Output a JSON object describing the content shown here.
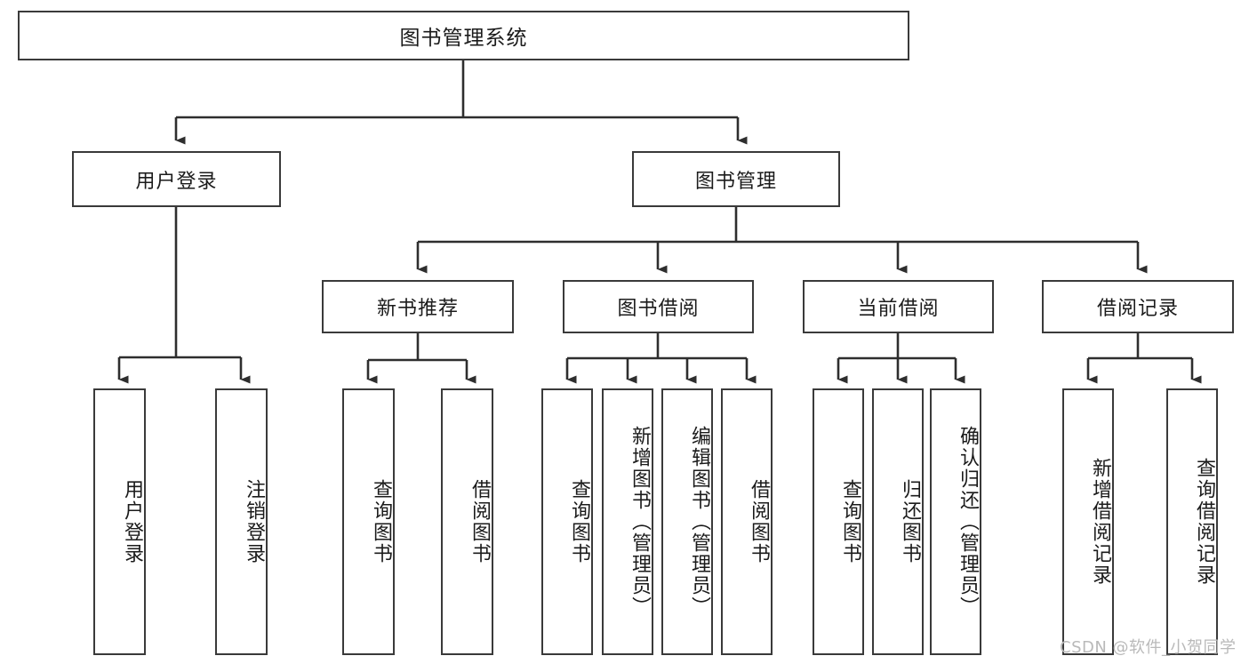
{
  "diagram": {
    "type": "tree-hierarchy-chart",
    "root": {
      "label": "图书管理系统"
    },
    "level2": [
      {
        "label": "用户登录"
      },
      {
        "label": "图书管理"
      }
    ],
    "level3": [
      {
        "label": "新书推荐"
      },
      {
        "label": "图书借阅"
      },
      {
        "label": "当前借阅"
      },
      {
        "label": "借阅记录"
      }
    ],
    "leaves": {
      "user_login": [
        {
          "label": "用户登录"
        },
        {
          "label": "注销登录"
        }
      ],
      "new_book_recommend": [
        {
          "label": "查询图书"
        },
        {
          "label": "借阅图书"
        }
      ],
      "book_borrow": [
        {
          "label": "查询图书"
        },
        {
          "label": "新增图书（管理员）"
        },
        {
          "label": "编辑图书（管理员）"
        },
        {
          "label": "借阅图书"
        }
      ],
      "current_borrow": [
        {
          "label": "查询图书"
        },
        {
          "label": "归还图书"
        },
        {
          "label": "确认归还（管理员）"
        }
      ],
      "borrow_record": [
        {
          "label": "新增借阅记录"
        },
        {
          "label": "查询借阅记录"
        }
      ]
    }
  },
  "watermark": {
    "text": "CSDN @软件_小贺同学"
  },
  "colors": {
    "box_border": "#3a3a3a",
    "box_fill": "#ffffff",
    "connector": "#2e2e2e",
    "text": "#1b1b1b",
    "watermark": "#b9b9b9"
  }
}
